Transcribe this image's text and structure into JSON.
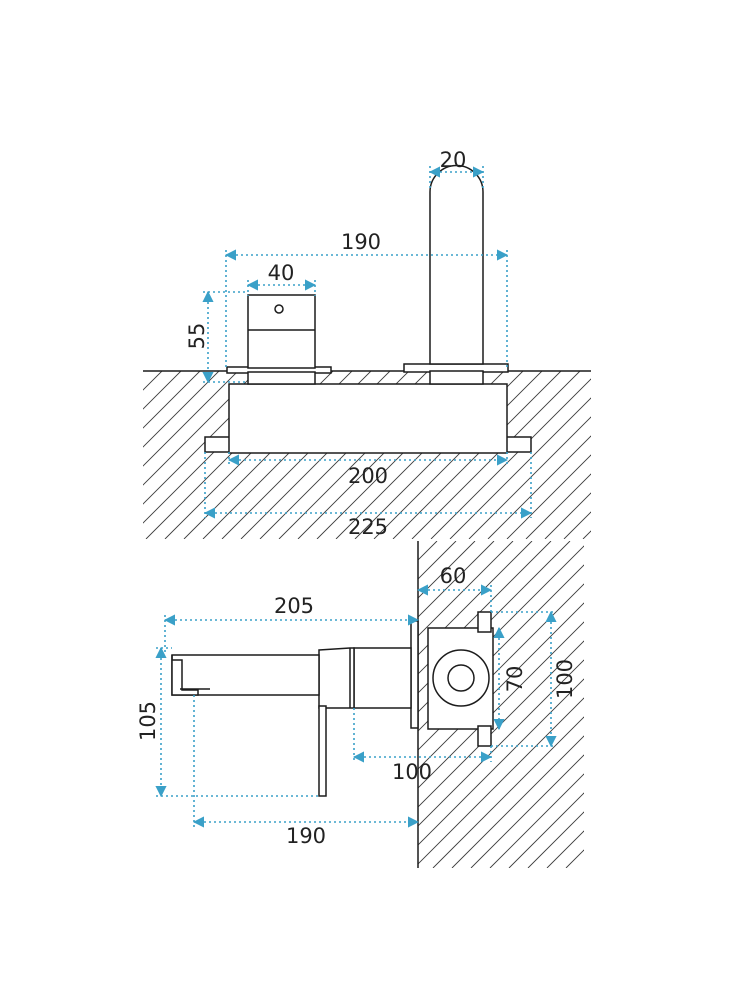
{
  "colors": {
    "dimension": "#3aa0c8",
    "outline": "#1c1c1c",
    "hatch": "#3a3a3a"
  },
  "top_view": {
    "dims": {
      "spout_width": "20",
      "spacing": "190",
      "handle_width": "40",
      "handle_height": "55",
      "body_length": "200",
      "plate_length": "225"
    }
  },
  "side_view": {
    "dims": {
      "spout_reach": "205",
      "body_depth": "60",
      "box_height_inner": "70",
      "box_height_outer": "100",
      "spout_height": "105",
      "box_width": "100",
      "reach_from_wall": "190"
    }
  }
}
